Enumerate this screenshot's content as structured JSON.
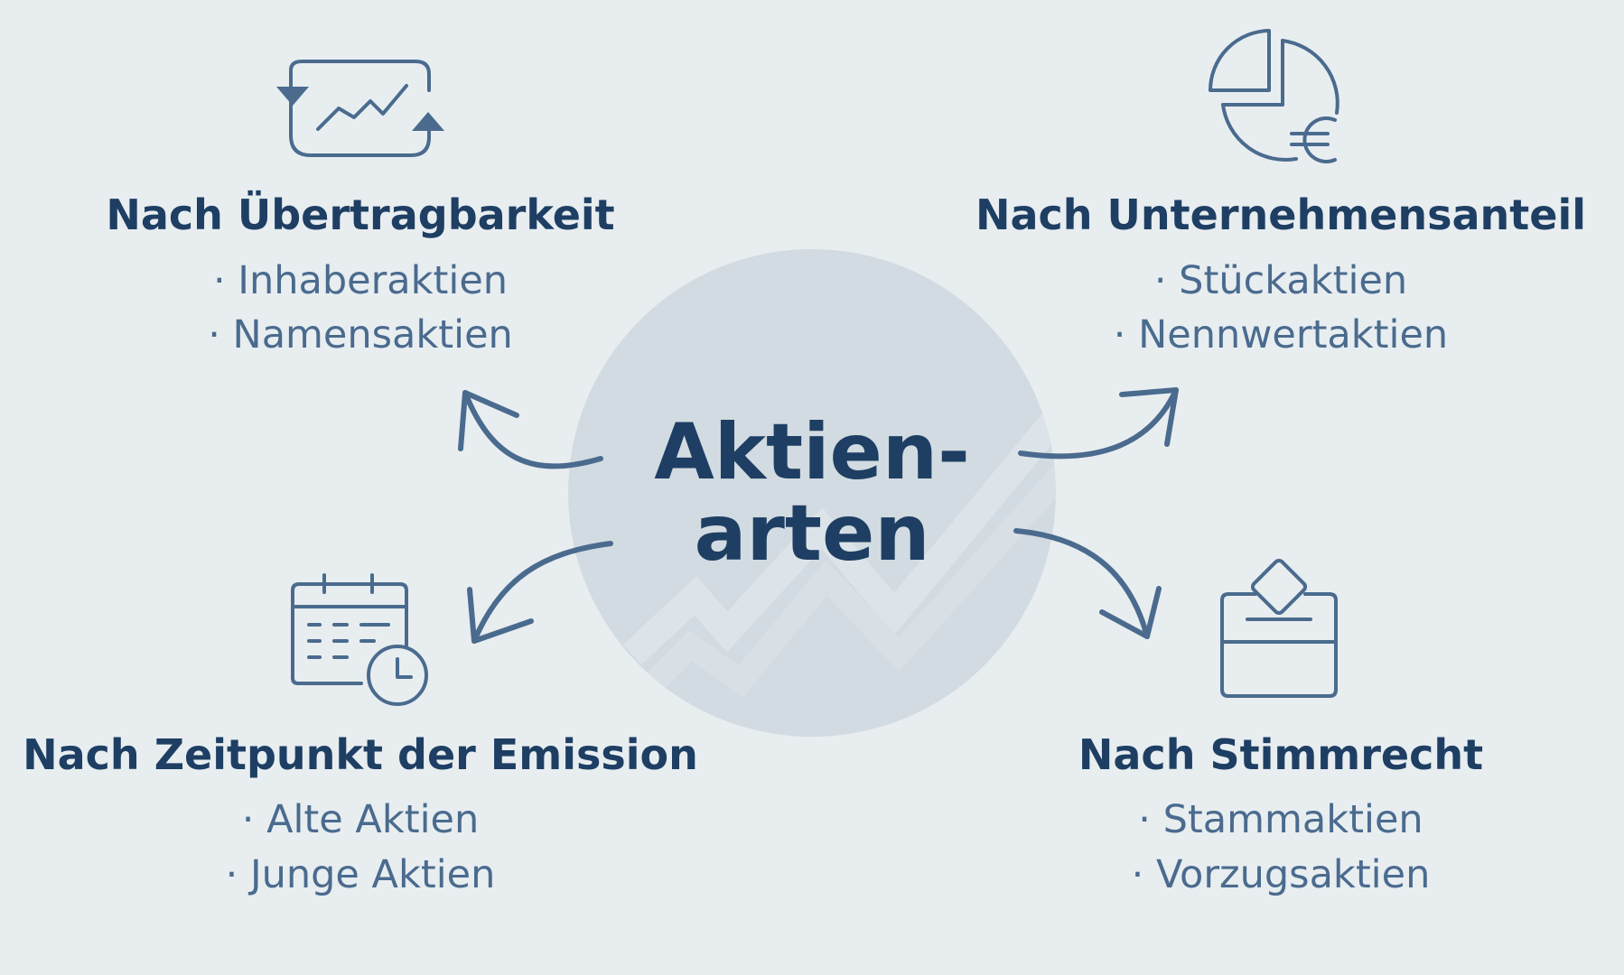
{
  "center": {
    "line1": "Aktien-",
    "line2": "arten"
  },
  "categories": [
    {
      "heading": "Nach Übertragbarkeit",
      "items": [
        "· Inhaberaktien",
        "· Namensaktien"
      ],
      "icon": "stock-exchange-icon"
    },
    {
      "heading": "Nach Unternehmensanteil",
      "items": [
        "· Stückaktien",
        "· Nennwertaktien"
      ],
      "icon": "pie-chart-euro-icon"
    },
    {
      "heading": "Nach Zeitpunkt der Emission",
      "items": [
        "· Alte Aktien",
        "· Junge Aktien"
      ],
      "icon": "calendar-clock-icon"
    },
    {
      "heading": "Nach Stimmrecht",
      "items": [
        "· Stammaktien",
        "· Vorzugsaktien"
      ],
      "icon": "ballot-box-icon"
    }
  ],
  "colors": {
    "background": "#e8edf0",
    "circle": "#d2dbe1",
    "heading": "#1e3f63",
    "text": "#4a6b8e"
  }
}
